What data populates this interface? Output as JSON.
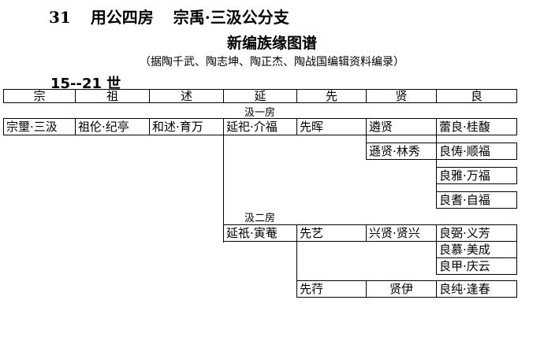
{
  "header": {
    "number": "31",
    "house": "用公四房",
    "lineage": "宗禹·三汲公分支",
    "subtitle": "新编族缘图谱",
    "source": "（据陶千武、陶志坤、陶正杰、陶战国编辑资料编录）",
    "generations": "15--21 世"
  },
  "columns": [
    "宗",
    "祖",
    "述",
    "延",
    "先",
    "贤",
    "良"
  ],
  "branches": {
    "first": "汲一房",
    "second": "汲二房"
  },
  "cells": {
    "zong": "宗壐·三汲",
    "zu": "祖伦·纪亭",
    "shu": "和述·育万",
    "yan1": "延祀·介福",
    "xian1": "先晖",
    "xianA": "遴贤",
    "xianB": "遜贤·林秀",
    "liang1": "蕾良·桂馥",
    "liang2": "良俦·顺福",
    "liang3": "良雅·万福",
    "liang4": "良耆·自福",
    "yan2": "延祇·寅菴",
    "xian2": "先艺",
    "xianC": "兴贤·贤兴",
    "liang5": "良弼·义芳",
    "liang6": "良慕·美成",
    "liang7": "良甲·庆云",
    "xian3": "先荇",
    "xianD": "贤伊",
    "liang8": "良纯·逢春"
  }
}
